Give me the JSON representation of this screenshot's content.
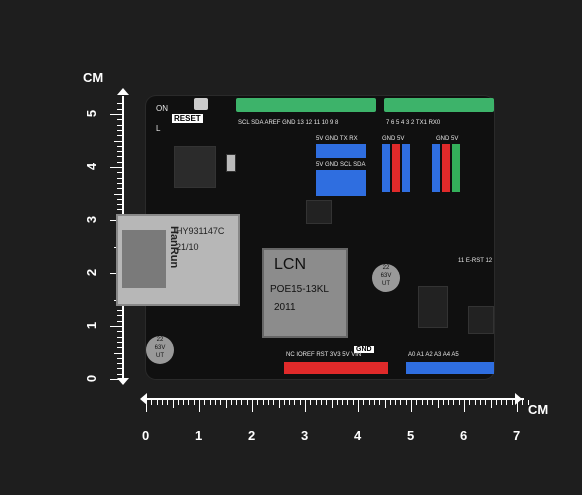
{
  "rulers": {
    "unit": "CM",
    "vertical_numbers": [
      "5",
      "4",
      "3",
      "2",
      "1",
      "0"
    ],
    "horizontal_numbers": [
      "0",
      "1",
      "2",
      "3",
      "4",
      "5",
      "6",
      "7"
    ]
  },
  "board": {
    "labels": {
      "on": "ON",
      "l": "L",
      "reset": "RESET",
      "jack_brand": "HanRun",
      "jack_model": "HY931147C",
      "jack_date": "21/10",
      "xfmr_brand": "LCN",
      "xfmr_model": "POE15-13KL",
      "xfmr_year": "2011",
      "cap1": "22\n63V\nUT",
      "cap2": "22\n63V\nUT",
      "i2c_top": "5V GND TX  RX",
      "i2c_bot": "5V GND SCL SDA",
      "gnd5v_1": "GND 5V",
      "gnd5v_2": "GND 5V",
      "erst": "11 E-RST 12",
      "gnd_bottom": "GND",
      "top_header_left": "SCL SDA AREF GND 13 12 11 10 9 8",
      "top_header_right": "7 6 5 4 3 2 TX1 RX0",
      "bottom_left_pins": "NC IOREF RST 3V3 5V VIN",
      "bottom_right_pins": "A0 A1 A2 A3 A4 A5"
    },
    "colors": {
      "pcb": "#101010",
      "header_green": "#3db36a",
      "pin_blue": "#2f6ee0",
      "pin_red": "#e02a2a",
      "pin_green": "#33b05a",
      "transformer": "#8c8c8c",
      "jack": "#b7b7b7"
    }
  }
}
